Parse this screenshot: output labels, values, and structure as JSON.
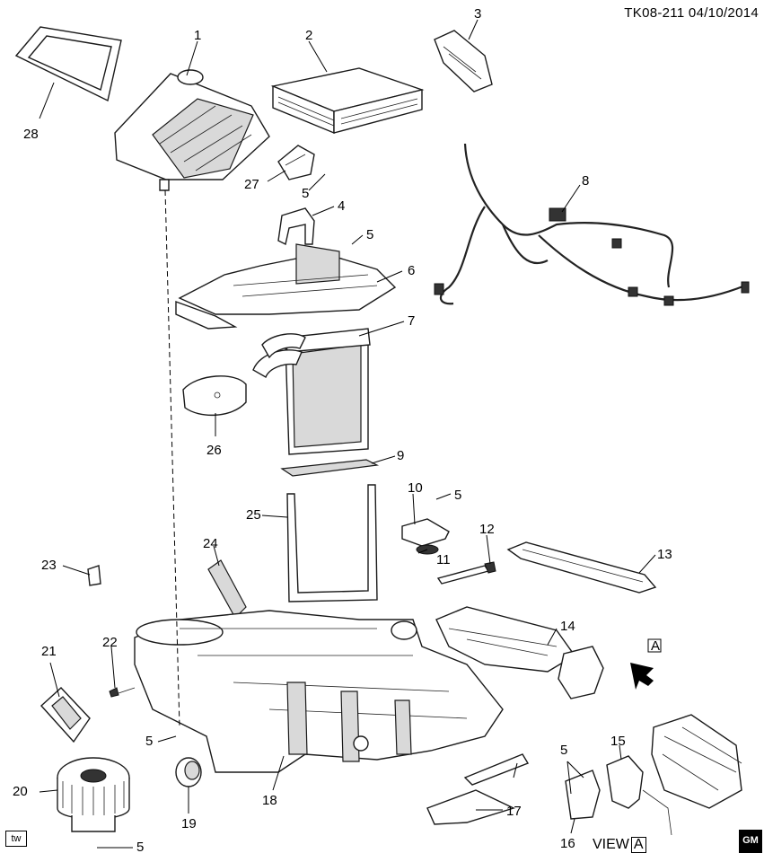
{
  "header": {
    "code": "TK08-211  04/10/2014"
  },
  "footer": {
    "tw": "tw",
    "gm": "GM",
    "view_text": "VIEW",
    "view_letter": "A",
    "arrow_letter": "A"
  },
  "labels": [
    "1",
    "2",
    "3",
    "4",
    "5",
    "6",
    "7",
    "8",
    "9",
    "10",
    "11",
    "12",
    "13",
    "14",
    "15",
    "16",
    "17",
    "18",
    "19",
    "20",
    "21",
    "22",
    "23",
    "24",
    "25",
    "26",
    "27",
    "28"
  ],
  "callouts": {
    "c1": "1",
    "c2": "2",
    "c3": "3",
    "c4": "4",
    "c5a": "5",
    "c5b": "5",
    "c5c": "5",
    "c5d": "5",
    "c5e": "5",
    "c5f": "5",
    "c6": "6",
    "c7": "7",
    "c8": "8",
    "c9": "9",
    "c10": "10",
    "c11": "11",
    "c12": "12",
    "c13": "13",
    "c14": "14",
    "c15": "15",
    "c16": "16",
    "c17": "17",
    "c18": "18",
    "c19": "19",
    "c20": "20",
    "c21": "21",
    "c22": "22",
    "c23": "23",
    "c24": "24",
    "c25": "25",
    "c26": "26",
    "c27": "27",
    "c28": "28"
  }
}
